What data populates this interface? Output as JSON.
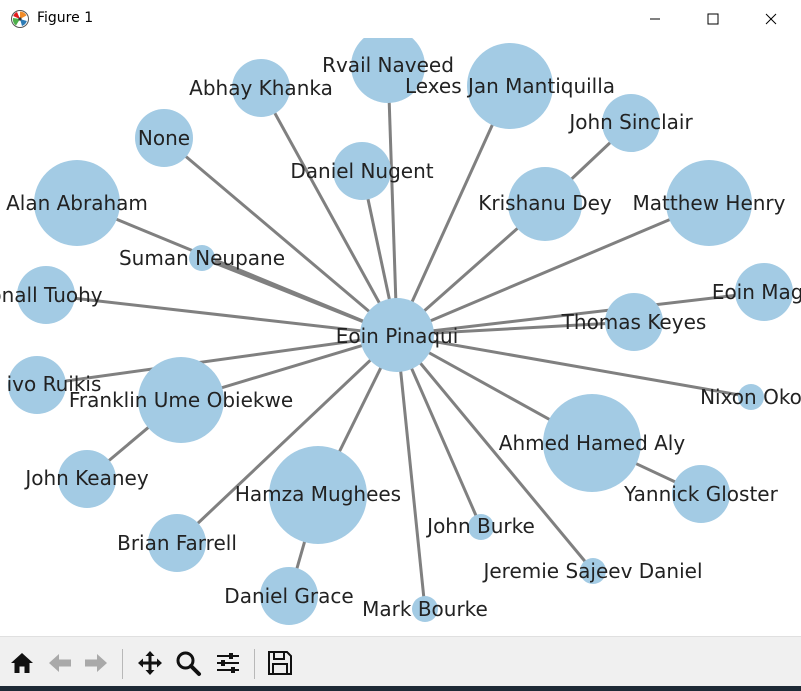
{
  "window": {
    "title": "Figure 1",
    "minimize_icon": "minimize-icon",
    "maximize_icon": "maximize-icon",
    "close_icon": "close-icon"
  },
  "graph": {
    "center": "Eoin Pinaqui",
    "node_color": "#a3cbe4",
    "edge_color": "#808080",
    "nodes": [
      {
        "label": "Eoin Pinaqui",
        "size": "medium"
      },
      {
        "label": "Rvail Naveed",
        "size": "medium"
      },
      {
        "label": "Abhay Khanka",
        "size": "small"
      },
      {
        "label": "Lexes Jan Mantiquilla",
        "size": "large"
      },
      {
        "label": "John Sinclair",
        "size": "small"
      },
      {
        "label": "None",
        "size": "small"
      },
      {
        "label": "Daniel Nugent",
        "size": "small"
      },
      {
        "label": "Alan Abraham",
        "size": "large"
      },
      {
        "label": "Krishanu Dey",
        "size": "medium"
      },
      {
        "label": "Matthew Henry",
        "size": "large"
      },
      {
        "label": "Suman Neupane",
        "size": "tiny"
      },
      {
        "label": "onall Tuohy",
        "size": "small"
      },
      {
        "label": "Eoin Magu",
        "size": "small"
      },
      {
        "label": "Thomas Keyes",
        "size": "small"
      },
      {
        "label": "ivo Ruikis",
        "size": "small"
      },
      {
        "label": "Franklin Ume Obiekwe",
        "size": "large"
      },
      {
        "label": "Nixon Oko",
        "size": "tiny"
      },
      {
        "label": "Ahmed Hamed Aly",
        "size": "xlarge"
      },
      {
        "label": "John Keaney",
        "size": "small"
      },
      {
        "label": "Hamza Mughees",
        "size": "xlarge"
      },
      {
        "label": "Yannick Gloster",
        "size": "small"
      },
      {
        "label": "John Burke",
        "size": "tiny"
      },
      {
        "label": "Brian Farrell",
        "size": "small"
      },
      {
        "label": "Jeremie Sajeev Daniel",
        "size": "tiny"
      },
      {
        "label": "Daniel Grace",
        "size": "small"
      },
      {
        "label": "Mark Bourke",
        "size": "tiny"
      }
    ],
    "edges": [
      [
        "Eoin Pinaqui",
        "Rvail Naveed"
      ],
      [
        "Eoin Pinaqui",
        "Abhay Khanka"
      ],
      [
        "Eoin Pinaqui",
        "Lexes Jan Mantiquilla"
      ],
      [
        "Eoin Pinaqui",
        "None"
      ],
      [
        "Eoin Pinaqui",
        "Daniel Nugent"
      ],
      [
        "Eoin Pinaqui",
        "Alan Abraham"
      ],
      [
        "Eoin Pinaqui",
        "Krishanu Dey"
      ],
      [
        "Eoin Pinaqui",
        "Matthew Henry"
      ],
      [
        "Eoin Pinaqui",
        "Suman Neupane"
      ],
      [
        "Eoin Pinaqui",
        "onall Tuohy"
      ],
      [
        "Eoin Pinaqui",
        "Eoin Magu"
      ],
      [
        "Eoin Pinaqui",
        "Thomas Keyes"
      ],
      [
        "Eoin Pinaqui",
        "ivo Ruikis"
      ],
      [
        "Eoin Pinaqui",
        "Franklin Ume Obiekwe"
      ],
      [
        "Eoin Pinaqui",
        "Nixon Oko"
      ],
      [
        "Eoin Pinaqui",
        "Ahmed Hamed Aly"
      ],
      [
        "Eoin Pinaqui",
        "Hamza Mughees"
      ],
      [
        "Eoin Pinaqui",
        "John Burke"
      ],
      [
        "Eoin Pinaqui",
        "Brian Farrell"
      ],
      [
        "Eoin Pinaqui",
        "Jeremie Sajeev Daniel"
      ],
      [
        "Eoin Pinaqui",
        "Mark Bourke"
      ],
      [
        "Krishanu Dey",
        "John Sinclair"
      ],
      [
        "Franklin Ume Obiekwe",
        "John Keaney"
      ],
      [
        "Ahmed Hamed Aly",
        "Yannick Gloster"
      ],
      [
        "Hamza Mughees",
        "Daniel Grace"
      ]
    ]
  },
  "toolbar": {
    "buttons": [
      {
        "name": "home-button",
        "icon": "home-icon"
      },
      {
        "name": "back-button",
        "icon": "arrow-left-icon"
      },
      {
        "name": "forward-button",
        "icon": "arrow-right-icon"
      },
      {
        "name": "pan-button",
        "icon": "move-icon"
      },
      {
        "name": "zoom-button",
        "icon": "magnifier-icon"
      },
      {
        "name": "configure-subplots-button",
        "icon": "sliders-icon"
      },
      {
        "name": "save-button",
        "icon": "floppy-disk-icon"
      }
    ]
  }
}
